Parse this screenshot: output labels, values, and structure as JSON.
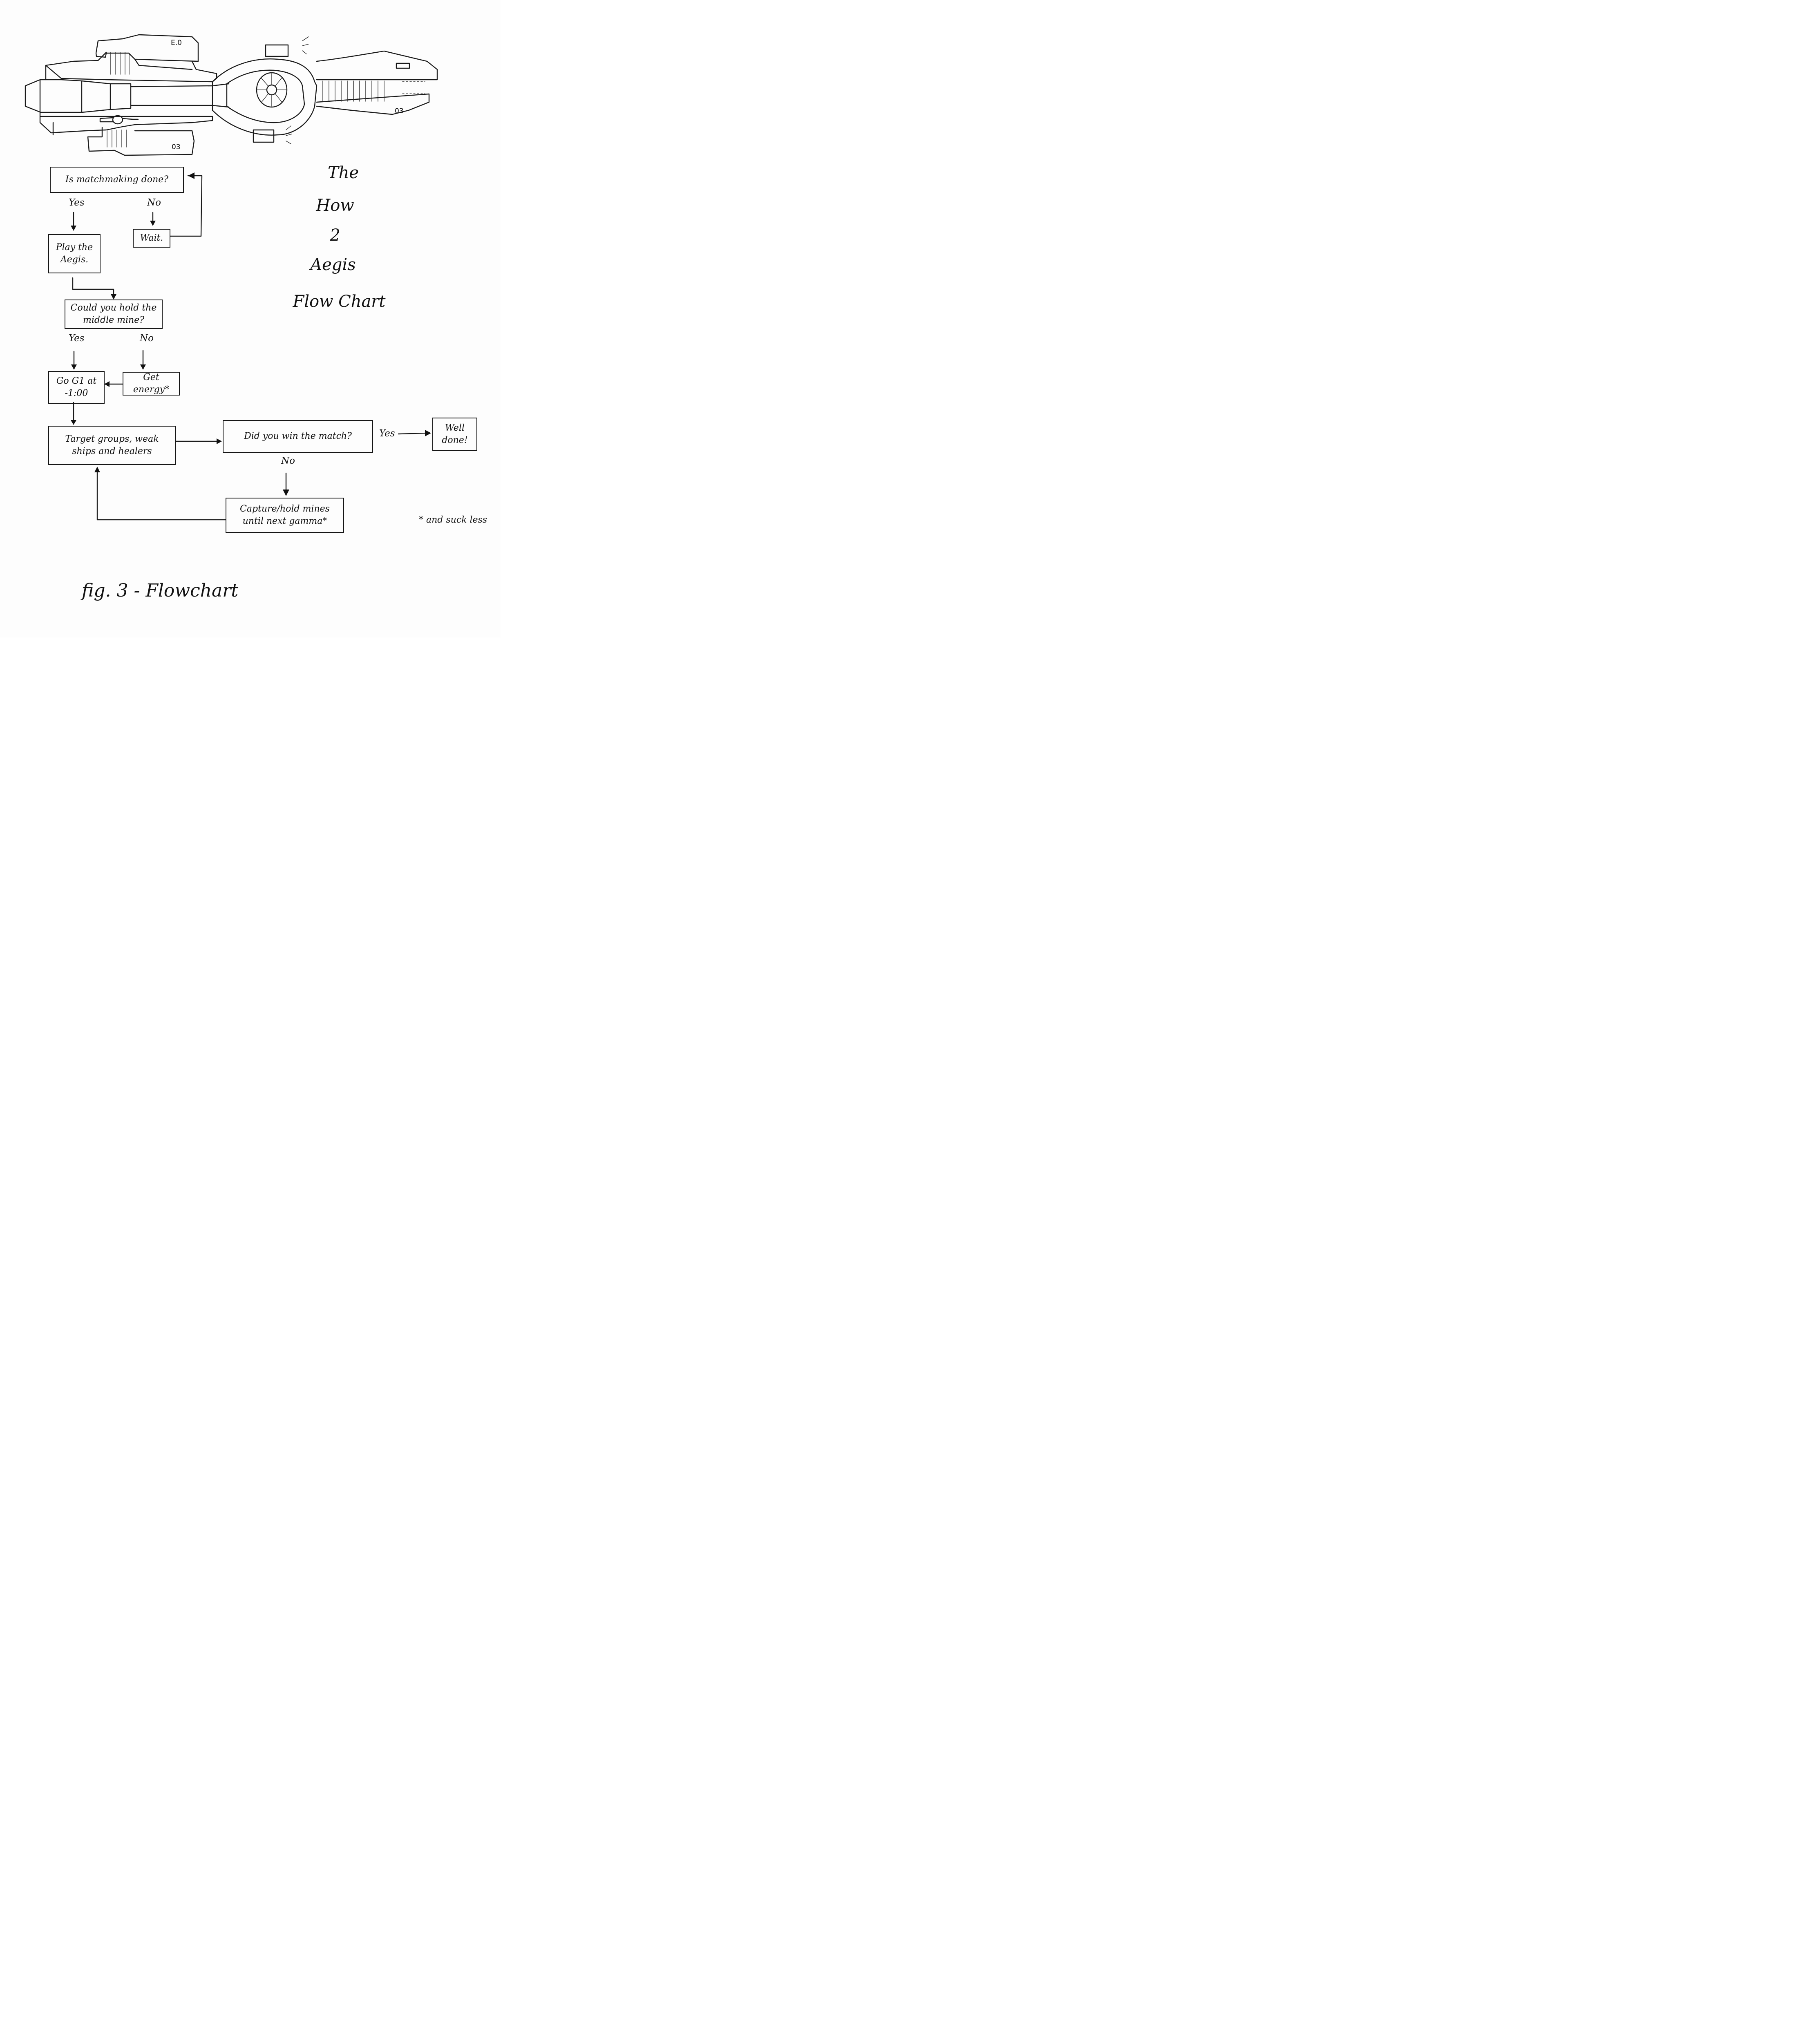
{
  "ship": {
    "labels": [
      "E.0",
      "03",
      "03"
    ]
  },
  "title": {
    "lines": [
      "The",
      "How",
      "2",
      "Aegis",
      "Flow Chart"
    ]
  },
  "flowchart": {
    "nodes": {
      "matchmaking": "Is matchmaking done?",
      "wait": "Wait.",
      "play": "Play the Aegis.",
      "middle_mine": "Could you hold the middle mine?",
      "go_g1": "Go G1 at -1:00",
      "get_energy": "Get energy*",
      "target": "Target groups, weak ships and healers",
      "win": "Did you win the match?",
      "well_done": "Well done!",
      "capture": "Capture/hold mines until next gamma*"
    },
    "edge_labels": {
      "matchmaking_yes": "Yes",
      "matchmaking_no": "No",
      "middle_yes": "Yes",
      "middle_no": "No",
      "win_yes": "Yes",
      "win_no": "No"
    }
  },
  "footnote": "* and suck less",
  "caption": "fig. 3 - Flowchart"
}
